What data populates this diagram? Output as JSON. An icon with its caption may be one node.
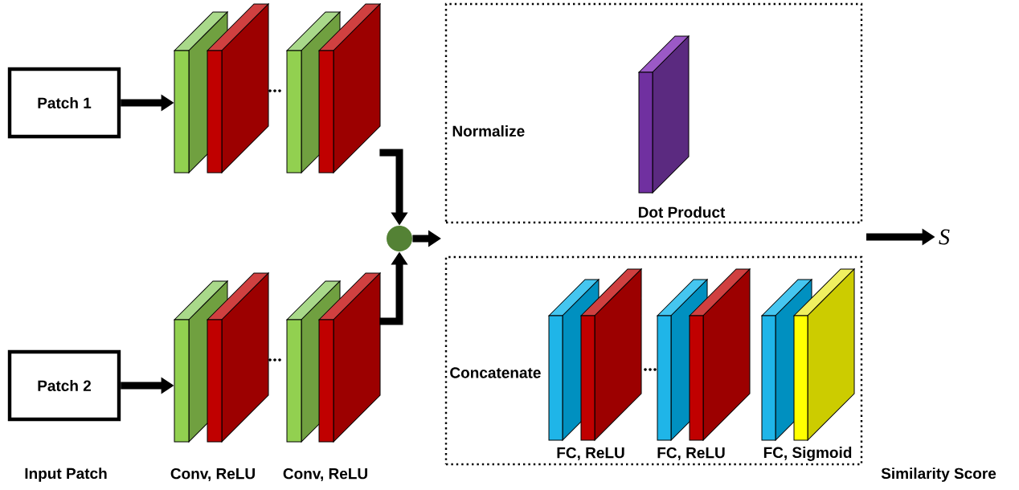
{
  "diagram": {
    "nodes": [
      {
        "text": [
          "Patch 1"
        ]
      },
      {
        "text": [
          "Patch 2"
        ]
      },
      {
        "text": [],
        "shape": "box"
      },
      {
        "text": [],
        "shape": "box"
      },
      {
        "text": [
          "Normalize",
          "Dot Product"
        ]
      },
      {
        "text": [
          "Concatenate"
        ]
      },
      {
        "text": [],
        "shape": "circle"
      },
      {
        "text": [
          "S"
        ]
      }
    ],
    "edges": [
      {
        "from": 0,
        "to": 2,
        "arrow": "to"
      },
      {
        "from": 1,
        "to": 3,
        "arrow": "to"
      },
      {
        "from": 2,
        "to": 6,
        "arrow": "to"
      },
      {
        "from": 3,
        "to": 6,
        "arrow": "to"
      },
      {
        "from": 6,
        "to": null,
        "arrow": "to"
      },
      {
        "from": null,
        "to": 7,
        "arrow": "to"
      }
    ],
    "labels": [
      "FC, ReLU",
      "FC, ReLU",
      "FC, Sigmoid",
      "Input Patch",
      "Conv, ReLU",
      "Conv, ReLU",
      "Similarity Score"
    ]
  }
}
